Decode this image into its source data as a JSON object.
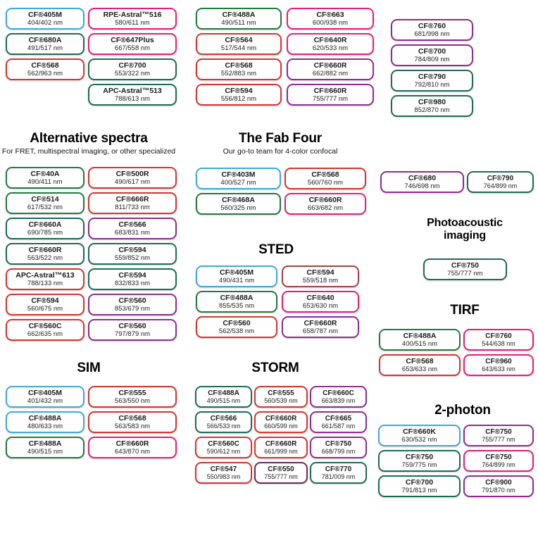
{
  "sections": {
    "alternative": {
      "title": "Alternative spectra",
      "subtitle": "For FRET, multispectral imaging, or other specialized"
    },
    "fab_four": {
      "title": "The Fab Four",
      "subtitle": "Our go-to team for 4-color confocal"
    },
    "sted": {
      "title": "STED"
    },
    "sim": {
      "title": "SIM"
    },
    "storm": {
      "title": "STORM"
    },
    "photoacoustic": {
      "title": "Photoacoustic imaging"
    },
    "tirf": {
      "title": "TIRF"
    },
    "two_photon": {
      "title": "2-photon"
    }
  },
  "palette": {
    "blue": "#3FA9DC",
    "green": "#237A3F",
    "teal": "#1E6B57",
    "red": "#D63430",
    "pink": "#E71D79",
    "purple": "#8D2D8F",
    "maroon": "#A84048",
    "dark_purple": "#6E2A5F"
  },
  "groups": {
    "top_a": {
      "pills": [
        {
          "name": "CF®405M",
          "value": "404/402 nm",
          "color": "#3FA9DC"
        },
        {
          "name": "CF®680A",
          "value": "491/517 nm",
          "color": "#1E6B57"
        },
        {
          "name": "CF®568",
          "value": "562/963 nm",
          "color": "#D63430"
        }
      ]
    },
    "top_b": {
      "pills": [
        {
          "name": "RPE-Astral™516",
          "value": "580/611 nm",
          "color": "#E71D79"
        },
        {
          "name": "CF®647Plus",
          "value": "667/558 nm",
          "color": "#E71D79"
        },
        {
          "name": "CF®700",
          "value": "553/322 nm",
          "color": "#1E6B57"
        },
        {
          "name": "APC-Astral™513",
          "value": "788/613 nm",
          "color": "#1E6B57"
        }
      ]
    },
    "top_c": {
      "pills": [
        {
          "name": "CF®488A",
          "value": "490/511 nm",
          "color": "#237A3F"
        },
        {
          "name": "CF®564",
          "value": "517/544 nm",
          "color": "#D63430"
        },
        {
          "name": "CF®568",
          "value": "552/883 nm",
          "color": "#D63430"
        },
        {
          "name": "CF®594",
          "value": "556/812 nm",
          "color": "#D63430"
        }
      ]
    },
    "top_d": {
      "pills": [
        {
          "name": "CF®663",
          "value": "600/938 nm",
          "color": "#E71D79"
        },
        {
          "name": "CF®640R",
          "value": "620/533 nm",
          "color": "#E71D79"
        },
        {
          "name": "CF®660R",
          "value": "662/882 nm",
          "color": "#8D2D8F"
        },
        {
          "name": "CF®660R",
          "value": "755/777 nm",
          "color": "#8D2D8F"
        }
      ]
    },
    "top_e": {
      "pills": [
        {
          "name": "CF®760",
          "value": "681/998 nm",
          "color": "#8D2D8F"
        },
        {
          "name": "CF®700",
          "value": "784/809 nm",
          "color": "#8D2D8F"
        },
        {
          "name": "CF®790",
          "value": "792/810 nm",
          "color": "#1E6B57"
        },
        {
          "name": "CF®980",
          "value": "852/870 nm",
          "color": "#1E6B57"
        }
      ]
    },
    "alt_1": {
      "pills": [
        {
          "name": "CF®40A",
          "value": "490/411 nm",
          "color": "#237A3F"
        },
        {
          "name": "CF®514",
          "value": "617/532 nm",
          "color": "#237A3F"
        },
        {
          "name": "CF®660A",
          "value": "690/785 nm",
          "color": "#1E6B57"
        },
        {
          "name": "CF®660R",
          "value": "563/522 nm",
          "color": "#1E6B57"
        },
        {
          "name": "APC-Astral™613",
          "value": "788/133 nm",
          "color": "#D63430"
        },
        {
          "name": "CF®594",
          "value": "560/675 nm",
          "color": "#D63430"
        },
        {
          "name": "CF®560C",
          "value": "662/635 nm",
          "color": "#D63430"
        }
      ]
    },
    "alt_2": {
      "pills": [
        {
          "name": "CF®500R",
          "value": "490/617 nm",
          "color": "#D63430"
        },
        {
          "name": "CF®666R",
          "value": "811/733 nm",
          "color": "#D63430"
        },
        {
          "name": "CF®566",
          "value": "683/831 nm",
          "color": "#8D2D8F"
        },
        {
          "name": "CF®594",
          "value": "559/852 nm",
          "color": "#1E6B57"
        },
        {
          "name": "CF®594",
          "value": "832/833 nm",
          "color": "#1E6B57"
        },
        {
          "name": "CF®560",
          "value": "853/679 nm",
          "color": "#8D2D8F"
        },
        {
          "name": "CF®560",
          "value": "797/879 nm",
          "color": "#8D2D8F"
        }
      ]
    },
    "fab_1": {
      "pills": [
        {
          "name": "CF®403M",
          "value": "400/527 nm",
          "color": "#3FA9DC"
        },
        {
          "name": "CF®468A",
          "value": "560/325 nm",
          "color": "#237A3F"
        }
      ]
    },
    "fab_2": {
      "pills": [
        {
          "name": "CF®568",
          "value": "560/760 nm",
          "color": "#D63430"
        },
        {
          "name": "CF®660R",
          "value": "663/682 nm",
          "color": "#E71D79"
        }
      ]
    },
    "sted_1": {
      "pills": [
        {
          "name": "CF®405M",
          "value": "490/431 nm",
          "color": "#3FA9DC"
        },
        {
          "name": "CF®488A",
          "value": "855/535 nm",
          "color": "#237A3F"
        },
        {
          "name": "CF®560",
          "value": "562/538 nm",
          "color": "#D63430"
        }
      ]
    },
    "sted_2": {
      "pills": [
        {
          "name": "CF®594",
          "value": "559/518 nm",
          "color": "#A84048"
        },
        {
          "name": "CF®640",
          "value": "653/630 nm",
          "color": "#E71D79"
        },
        {
          "name": "CF®660R",
          "value": "658/787 nm",
          "color": "#8D2D8F"
        }
      ]
    },
    "sim_1": {
      "pills": [
        {
          "name": "CF®405M",
          "value": "401/432 nm",
          "color": "#3FA9DC"
        },
        {
          "name": "CF®488A",
          "value": "480/633 nm",
          "color": "#3FA9DC"
        },
        {
          "name": "CF®488A",
          "value": "490/515 nm",
          "color": "#237A3F"
        }
      ]
    },
    "sim_2": {
      "pills": [
        {
          "name": "CF®555",
          "value": "563/550 nm",
          "color": "#D63430"
        },
        {
          "name": "CF®568",
          "value": "563/583 nm",
          "color": "#D63430"
        },
        {
          "name": "CF®660R",
          "value": "643/870 nm",
          "color": "#E71D79"
        }
      ]
    },
    "storm_1": {
      "pills": [
        {
          "name": "CF®488A",
          "value": "490/515 nm",
          "color": "#1E6B57"
        },
        {
          "name": "CF®566",
          "value": "566/533 nm",
          "color": "#1E6B57"
        },
        {
          "name": "CF®560C",
          "value": "590/612 nm",
          "color": "#D63430"
        },
        {
          "name": "CF®547",
          "value": "550/983 nm",
          "color": "#D63430"
        }
      ]
    },
    "storm_2": {
      "pills": [
        {
          "name": "CF®555",
          "value": "560/539 nm",
          "color": "#D63430"
        },
        {
          "name": "CF®660R",
          "value": "660/599 nm",
          "color": "#D63430"
        },
        {
          "name": "CF®660R",
          "value": "661/999 nm",
          "color": "#D63430"
        },
        {
          "name": "CF®550",
          "value": "755/777 nm",
          "color": "#6E2A5F"
        }
      ]
    },
    "storm_3": {
      "pills": [
        {
          "name": "CF®660C",
          "value": "663/839 nm",
          "color": "#8D2D8F"
        },
        {
          "name": "CF®665",
          "value": "661/587 nm",
          "color": "#8D2D8F"
        },
        {
          "name": "CF®750",
          "value": "668/799 nm",
          "color": "#8D2D8F"
        },
        {
          "name": "CF®770",
          "value": "781/009 nm",
          "color": "#1E6B57"
        }
      ]
    },
    "nir_pair_1": {
      "pills": [
        {
          "name": "CF®680",
          "value": "746/698 nm",
          "color": "#8D2D8F"
        }
      ]
    },
    "nir_pair_2": {
      "pills": [
        {
          "name": "CF®790",
          "value": "764/899 nm",
          "color": "#1E6B57"
        }
      ]
    },
    "photoacoustic": {
      "pills": [
        {
          "name": "CF®750",
          "value": "755/777 nm",
          "color": "#1E6B57"
        }
      ]
    },
    "tirf_1": {
      "pills": [
        {
          "name": "CF®488A",
          "value": "400/515 nm",
          "color": "#237A3F"
        },
        {
          "name": "CF®568",
          "value": "653/633 nm",
          "color": "#D63430"
        }
      ]
    },
    "tirf_2": {
      "pills": [
        {
          "name": "CF®760",
          "value": "544/638 nm",
          "color": "#E71D79"
        },
        {
          "name": "CF®960",
          "value": "643/633 nm",
          "color": "#E71D79"
        }
      ]
    },
    "two_photon_1": {
      "pills": [
        {
          "name": "CF®660K",
          "value": "630/532 nm",
          "color": "#3FA9DC"
        },
        {
          "name": "CF®750",
          "value": "759/775 nm",
          "color": "#1E6B57"
        },
        {
          "name": "CF®700",
          "value": "791/813 nm",
          "color": "#1E6B57"
        }
      ]
    },
    "two_photon_2": {
      "pills": [
        {
          "name": "CF®750",
          "value": "755/777 nm",
          "color": "#8D2D8F"
        },
        {
          "name": "CF®750",
          "value": "764/899 nm",
          "color": "#E71D79"
        },
        {
          "name": "CF®900",
          "value": "791/870 nm",
          "color": "#8D2D8F"
        }
      ]
    }
  }
}
